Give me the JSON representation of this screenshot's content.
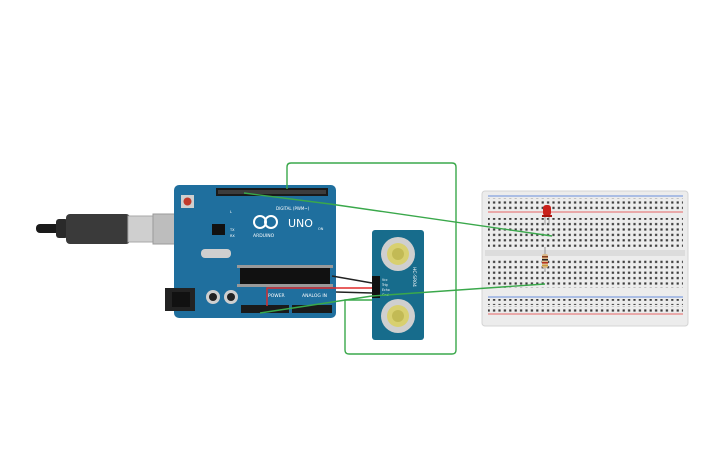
{
  "arduino": {
    "model_label": "UNO",
    "brand_label": "ARDUINO",
    "digital_label": "DIGITAL (PWM~)",
    "power_label": "POWER",
    "analog_label": "ANALOG IN",
    "tx_label": "TX",
    "rx_label": "RX",
    "l_label": "L",
    "on_label": "ON"
  },
  "sensor": {
    "model_label": "HC-SR04",
    "pin_labels": [
      "Vcc",
      "Trig",
      "Echo",
      "Gnd"
    ]
  },
  "colors": {
    "board": "#1f6f9e",
    "board_dark": "#175a80",
    "wire_green": "#3aa84b",
    "wire_red": "#e02a2a",
    "wire_black": "#222222",
    "breadboard": "#efefef",
    "led_red": "#d0211c",
    "sensor_board": "#176c8c"
  },
  "icons": {
    "usb_cable": "usb-cable-icon",
    "power_jack": "power-jack-icon",
    "reset_button": "reset-button-icon",
    "led": "led-icon",
    "resistor": "resistor-icon"
  }
}
